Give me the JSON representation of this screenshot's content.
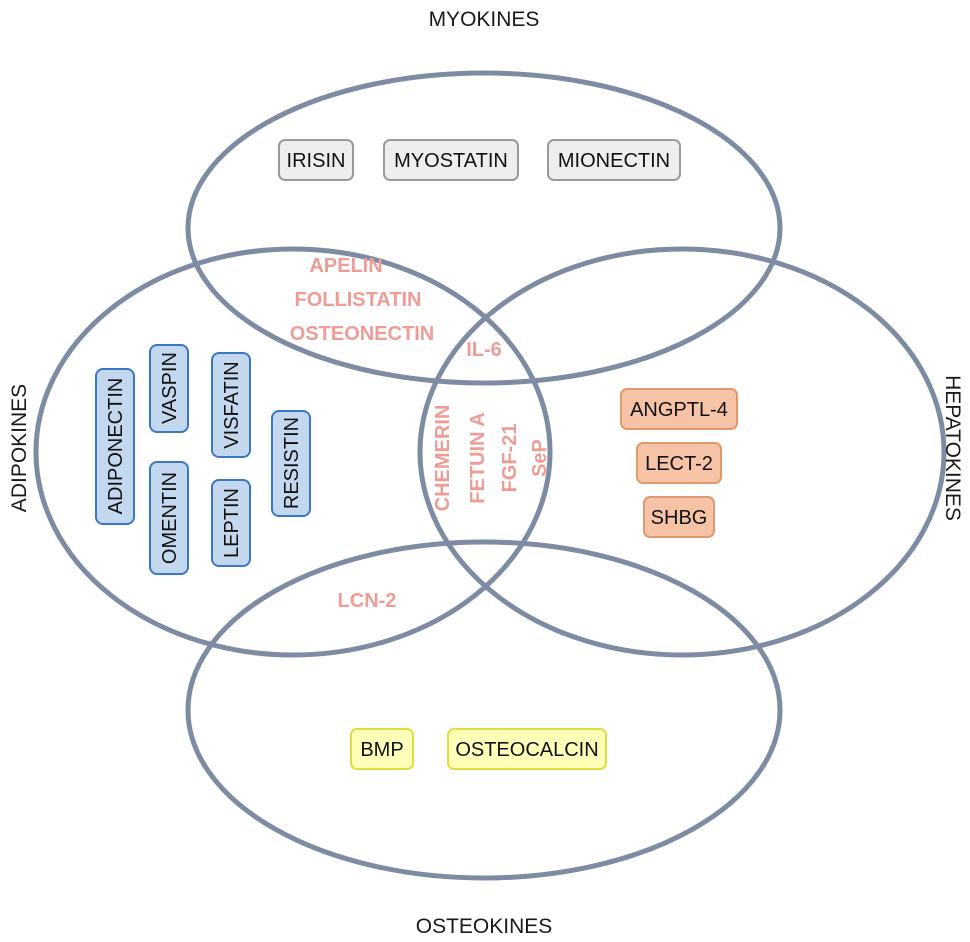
{
  "sets": {
    "myokines": "MYOKINES",
    "adipokines": "ADIPOKINES",
    "hepatokines": "HEPATOKINES",
    "osteokines": "OSTEOKINES"
  },
  "myokines_only": [
    "IRISIN",
    "MYOSTATIN",
    "MIONECTIN"
  ],
  "adipokines_only": [
    "ADIPONECTIN",
    "VASPIN",
    "OMENTIN",
    "VISFATIN",
    "LEPTIN",
    "RESISTIN"
  ],
  "hepatokines_only": [
    "ANGPTL-4",
    "LECT-2",
    "SHBG"
  ],
  "osteokines_only": [
    "BMP",
    "OSTEOCALCIN"
  ],
  "overlap_myo_adipo": [
    "APELIN",
    "FOLLISTATIN",
    "OSTEONECTIN"
  ],
  "overlap_myo_adipo_hepato": [
    "IL-6"
  ],
  "overlap_adipo_hepato": [
    "CHEMERIN",
    "FETUIN A",
    "FGF-21",
    "SeP"
  ],
  "overlap_adipo_osteo": [
    "LCN-2"
  ],
  "colors": {
    "ring": "#7d8ca3",
    "overlap_text": "#ee9c96",
    "myokine_box": "#eeeeee",
    "adipokine_box": "#c3d7ee",
    "hepatokine_box": "#f6c3a7",
    "osteokine_box": "#ffffb8"
  }
}
